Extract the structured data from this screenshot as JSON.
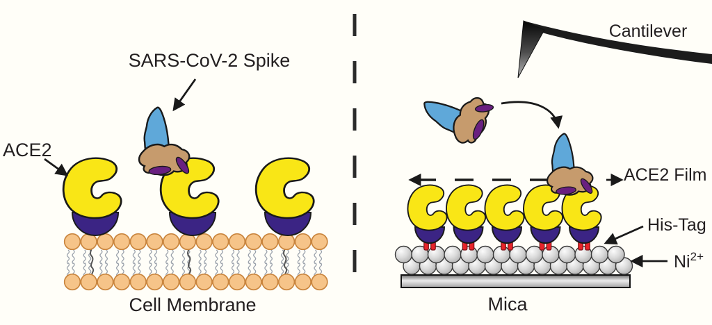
{
  "left_panel": {
    "spike_label": "SARS-CoV-2 Spike",
    "receptor_label": "ACE2",
    "membrane_label": "Cell Membrane"
  },
  "right_panel": {
    "cantilever_label": "Cantilever",
    "film_label": "ACE2 Film",
    "his_tag_label": "His-Tag",
    "nickel_label": {
      "base": "Ni",
      "superscript": "2+"
    },
    "substrate_label": "Mica"
  },
  "colors": {
    "ace2_yellow": "#F9E616",
    "dome_indigo": "#3B2484",
    "spike_blue": "#5FA8D9",
    "rbd_tan": "#C69B6D",
    "stalk_purple": "#691F80",
    "lipid_head": "#F6C489",
    "lipid_outline": "#C9853E",
    "his_tag_red": "#E8242A",
    "ni_sphere_gray": "#D3D3D3",
    "text": "#231F20",
    "background": "#FFFEF8"
  }
}
